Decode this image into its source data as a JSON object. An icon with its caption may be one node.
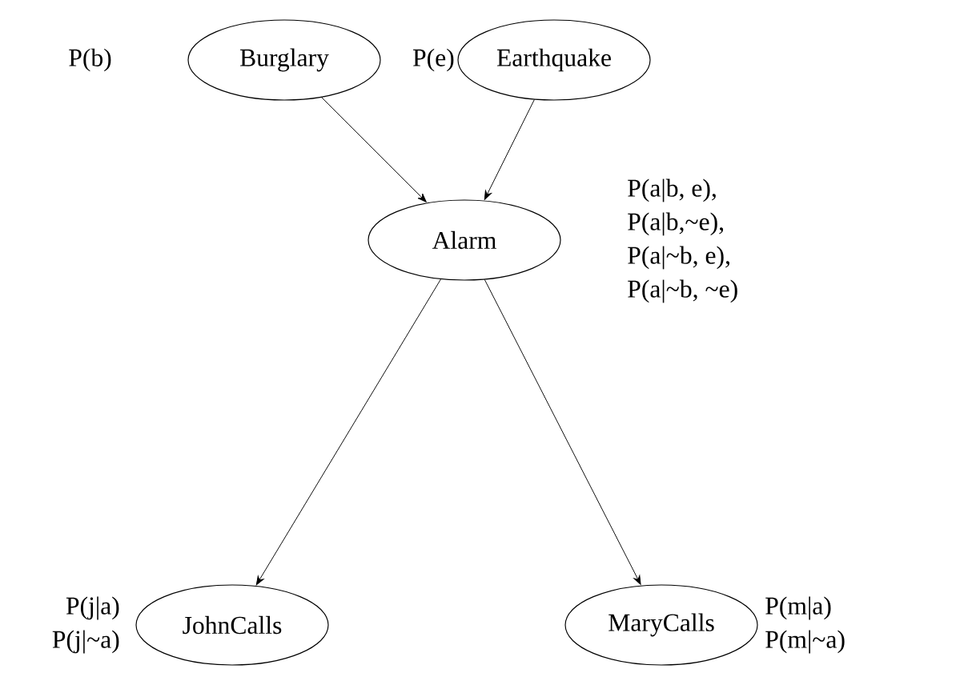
{
  "diagram": {
    "nodes": [
      {
        "text": [
          "Burglary"
        ],
        "beside": [
          "P(b)"
        ]
      },
      {
        "text": [
          "Earthquake"
        ],
        "beside": [
          "P(e)"
        ]
      },
      {
        "text": [
          "Alarm"
        ],
        "beside": [
          "P(a|b, e),",
          "P(a|b,~e),",
          "P(a|~b, e),",
          "P(a|~b, ~e)"
        ]
      },
      {
        "text": [
          "JohnCalls"
        ],
        "beside": [
          "P(j|a)",
          "P(j|~a)"
        ]
      },
      {
        "text": [
          "MaryCalls"
        ],
        "beside": [
          "P(m|a)",
          "P(m|~a)"
        ]
      }
    ],
    "edges": [
      {
        "from": 0,
        "to": 2,
        "arrow": "to"
      },
      {
        "from": 1,
        "to": 2,
        "arrow": "to"
      },
      {
        "from": 2,
        "to": 3,
        "arrow": "to"
      },
      {
        "from": 2,
        "to": 4,
        "arrow": "to"
      }
    ]
  }
}
